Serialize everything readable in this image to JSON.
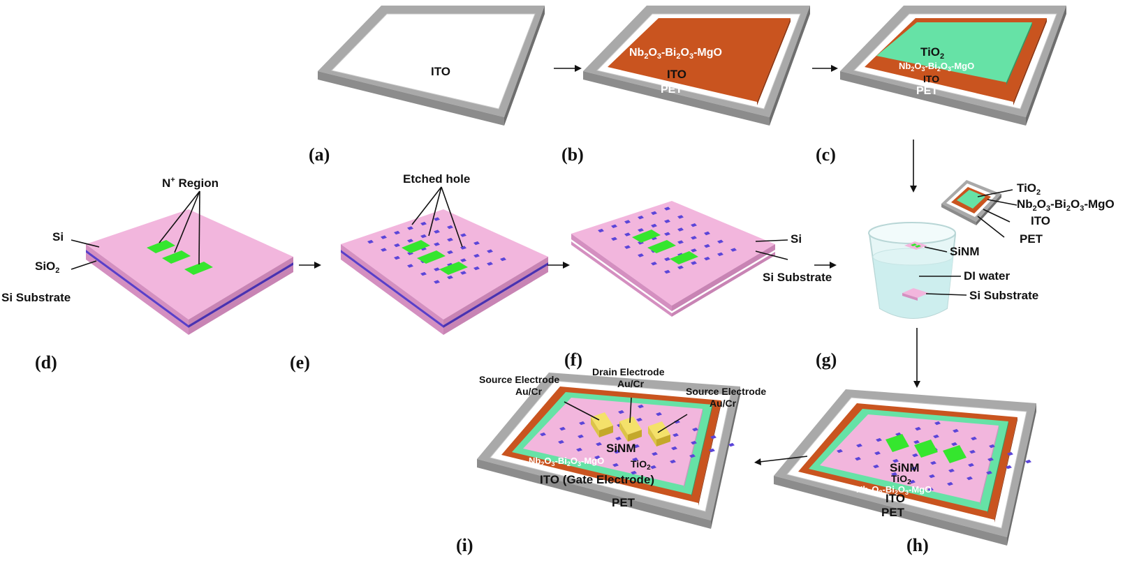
{
  "panels": {
    "a": "(a)",
    "b": "(b)",
    "c": "(c)",
    "d": "(d)",
    "e": "(e)",
    "f": "(f)",
    "g": "(g)",
    "h": "(h)",
    "i": "(i)"
  },
  "labels": {
    "ito": "ITO",
    "pet": "PET",
    "nbo_pre": "Nb",
    "nbo_rest1": "O",
    "nbo_sub1": "2",
    "nbo_sub2": "3",
    "nbo_mid1": "-Bi",
    "nbo_mid2": "O",
    "nbo_mgo": "-MgO",
    "tio_pre": "TiO",
    "tio_sub": "2",
    "sio_pre": "SiO",
    "sio_sub": "2",
    "n_region_pre": "N",
    "n_region_sup": "+",
    "n_region_rest": " Region",
    "si": "Si",
    "si_substrate": "Si Substrate",
    "etched_hole": "Etched hole",
    "sinm": "SiNM",
    "di_water": "DI water",
    "source_electrode": "Source Electrode",
    "drain_electrode": "Drain Electrode",
    "au_cr": "Au/Cr",
    "ito_gate": "ITO (Gate Electrode)"
  },
  "colors": {
    "frame_top": "#a9a9a9",
    "frame_side": "#6e6e6e",
    "frame_front": "#8c8c8c",
    "white_layer": "#ffffff",
    "oxide_layer": "#c9541f",
    "oxide_side": "#8e3510",
    "tio2_layer": "#66e2a6",
    "tio2_side": "#2f9a66",
    "si_top": "#f2b6dd",
    "si_side": "#d48fc0",
    "sio2_band": "#5a3fc8",
    "n_region": "#35e62e",
    "etched_hole": "#5b45d8",
    "electrode": "#f4e16a",
    "electrode_side": "#c4a82a",
    "water": "#d8f0f0",
    "beaker": "#b8d6d6"
  },
  "icons": [
    "arrow-right-icon",
    "arrow-down-icon",
    "arrow-left-icon",
    "beaker-icon"
  ]
}
